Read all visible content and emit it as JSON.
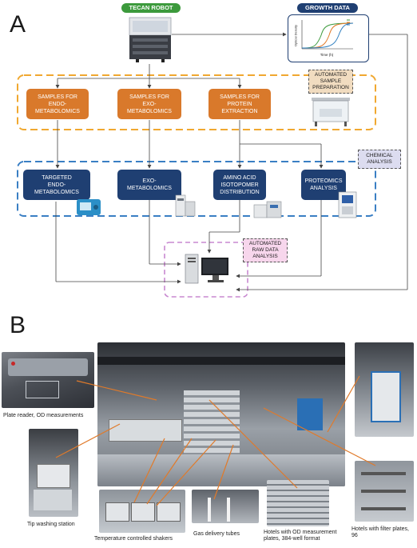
{
  "panel_a": {
    "letter": "A",
    "tecan_robot": "TECAN ROBOT",
    "growth_data": "GROWTH DATA",
    "growth_axis_y": "Optical Density",
    "growth_axis_x": "Time (h)",
    "samples": [
      "SAMPLES FOR\nENDO-\nMETABOLOMICS",
      "SAMPLES FOR\nEXO-\nMETABOLOMICS",
      "SAMPLES FOR\nPROTEIN\nEXTRACTION"
    ],
    "automated_sample_preparation": "AUTOMATED\nSAMPLE\nPREPARATION",
    "chemical_analysis": "CHEMICAL\nANALYSIS",
    "analyses": [
      "TARGETED\nENDO-\nMETABOLOMICS",
      "EXO-\nMETABOLOMICS",
      "AMINO ACID\nISOTOPOMER\nDISTRIBUTION",
      "PROTEOMICS\nANALYSIS"
    ],
    "automated_raw_data_analysis": "AUTOMATED\nRAW DATA\nANALYSIS",
    "colors": {
      "tecan_green": "#3c9a3c",
      "navy": "#1f3f72",
      "orange": "#d9792b",
      "orange_dash": "#f0a830",
      "blue_dash": "#3a7fc4",
      "purple_dash": "#c888d0",
      "tag_tan": "#f1dcc0",
      "tag_lavender": "#dcdcf0",
      "tag_pink": "#f7d6ec"
    }
  },
  "panel_b": {
    "letter": "B",
    "captions": {
      "plate_reader": "Plate reader, OD measurements",
      "tip_washing": "Tip washing station",
      "shakers": "Temperature controlled shakers",
      "gas": "Gas delivery tubes",
      "hotels_od": "Hotels with OD measurement\nplates, 384-well format",
      "hotels_filter": "Hotels with filter plates,\n96"
    }
  }
}
